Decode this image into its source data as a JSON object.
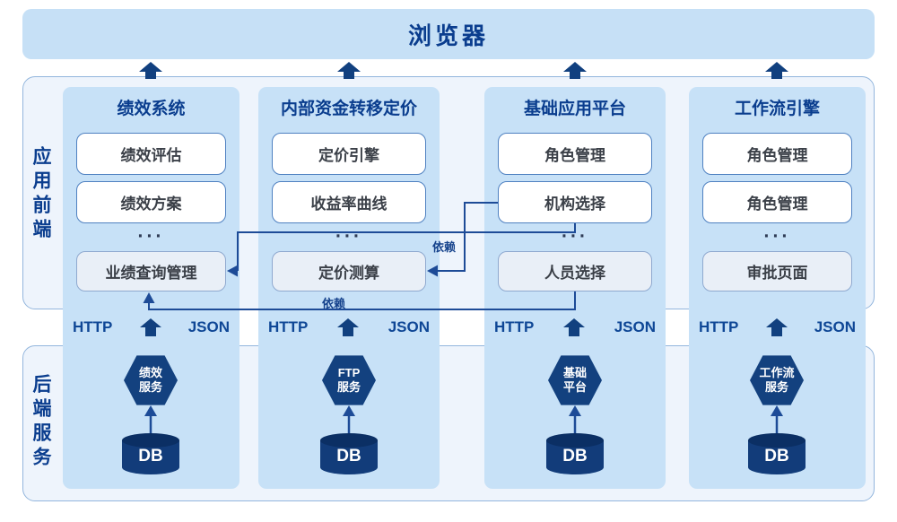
{
  "page": {
    "title": "浏览器"
  },
  "sections": {
    "frontend_label": "应用前端",
    "backend_label": "后端服务",
    "http_label": "HTTP",
    "json_label": "JSON",
    "ellipsis": "···",
    "dependency_labels": [
      "依赖",
      "依赖"
    ]
  },
  "columns": [
    {
      "title": "绩效系统",
      "boxes": [
        "绩效评估",
        "绩效方案",
        "业绩查询管理"
      ],
      "service": {
        "line1": "绩效",
        "line2": "服务"
      },
      "db": "DB"
    },
    {
      "title": "内部资金转移定价",
      "boxes": [
        "定价引擎",
        "收益率曲线",
        "定价测算"
      ],
      "service": {
        "line1": "FTP",
        "line2": "服务"
      },
      "db": "DB"
    },
    {
      "title": "基础应用平台",
      "boxes": [
        "角色管理",
        "机构选择",
        "人员选择"
      ],
      "service": {
        "line1": "基础",
        "line2": "平台"
      },
      "db": "DB"
    },
    {
      "title": "工作流引擎",
      "boxes": [
        "角色管理",
        "角色管理",
        "审批页面"
      ],
      "service": {
        "line1": "工作流",
        "line2": "服务"
      },
      "db": "DB"
    }
  ],
  "colors": {
    "navy_text": "#0a3d8e",
    "shape_navy": "#13417f",
    "strip_blue": "#c7e1f7",
    "container_bg": "#eef4fc",
    "container_border": "#93b6dd",
    "box_border": "#4f81c1",
    "line_navy": "#1d4b97",
    "db_top": "#0b2f64",
    "db_body": "#123c7a"
  }
}
